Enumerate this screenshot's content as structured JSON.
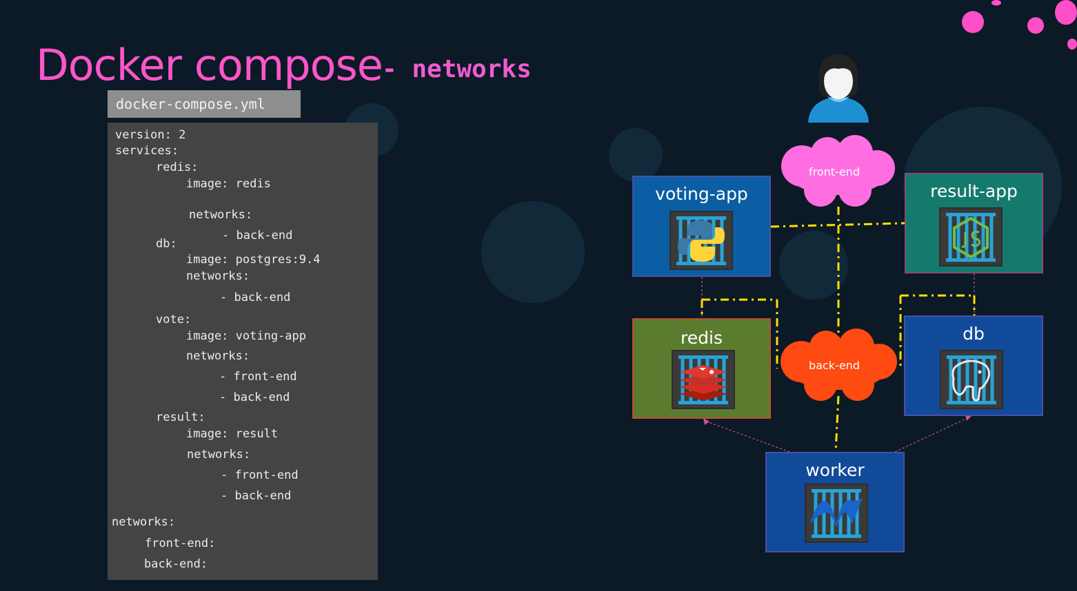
{
  "title": "Docker compose",
  "subtitle": "- networks",
  "file_tab": "docker-compose.yml",
  "code_lines": [
    "version: 2",
    "services:",
    "redis:",
    "image: redis",
    "networks:",
    "- back-end",
    "db:",
    "image: postgres:9.4",
    "networks:",
    "- back-end",
    "vote:",
    "image: voting-app",
    "networks:",
    "- front-end",
    "- back-end",
    "result:",
    "image: result",
    "networks:",
    "- front-end",
    "- back-end",
    "networks:",
    "front-end:",
    "back-end:"
  ],
  "diagram": {
    "services": {
      "voting_app": "voting-app",
      "result_app": "result-app",
      "redis": "redis",
      "db": "db",
      "worker": "worker"
    },
    "networks": {
      "front_end": "front-end",
      "back_end": "back-end"
    },
    "icons": {
      "user": "user-avatar-icon",
      "voting_app": "python-icon",
      "result_app": "nodejs-icon",
      "redis": "redis-icon",
      "db": "postgresql-icon",
      "worker": "dotnet-icon"
    }
  },
  "colors": {
    "title": "#ff55c9",
    "front_end_cloud": "#ff6ee0",
    "back_end_cloud": "#ff4a12",
    "network_line": "#ffe000",
    "voting_app_box": "#0b5ea3",
    "result_app_box": "#157a6e",
    "redis_box": "#5b7b2e",
    "db_box": "#124a9a",
    "worker_box": "#124a9a"
  }
}
